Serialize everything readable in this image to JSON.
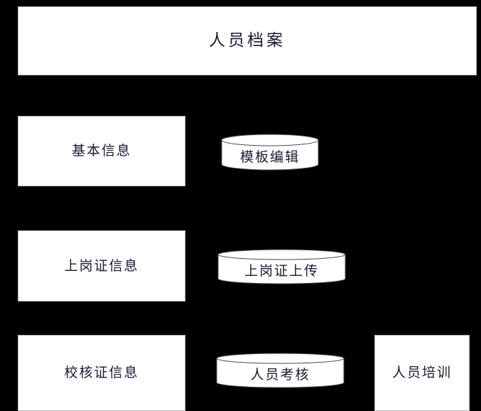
{
  "diagram": {
    "background_color": "#000000",
    "node_fill": "#ffffff",
    "node_border": "#b9b9b9",
    "text_color": "#1a1a2e",
    "title": {
      "label": "人员档案",
      "shape": "rectangle"
    },
    "nodes": [
      {
        "id": "basic-info",
        "label": "基本信息",
        "shape": "rectangle",
        "column": "left",
        "row": 1
      },
      {
        "id": "template-edit",
        "label": "模板编辑",
        "shape": "cylinder",
        "column": "middle",
        "row": 1
      },
      {
        "id": "permit-info",
        "label": "上岗证信息",
        "shape": "rectangle",
        "column": "left",
        "row": 2
      },
      {
        "id": "permit-upload",
        "label": "上岗证上传",
        "shape": "cylinder",
        "column": "middle",
        "row": 2
      },
      {
        "id": "verify-info",
        "label": "校核证信息",
        "shape": "rectangle",
        "column": "left",
        "row": 3
      },
      {
        "id": "assessment",
        "label": "人员考核",
        "shape": "cylinder",
        "column": "middle",
        "row": 3
      },
      {
        "id": "training",
        "label": "人员培训",
        "shape": "rectangle",
        "column": "right",
        "row": 3
      }
    ]
  }
}
